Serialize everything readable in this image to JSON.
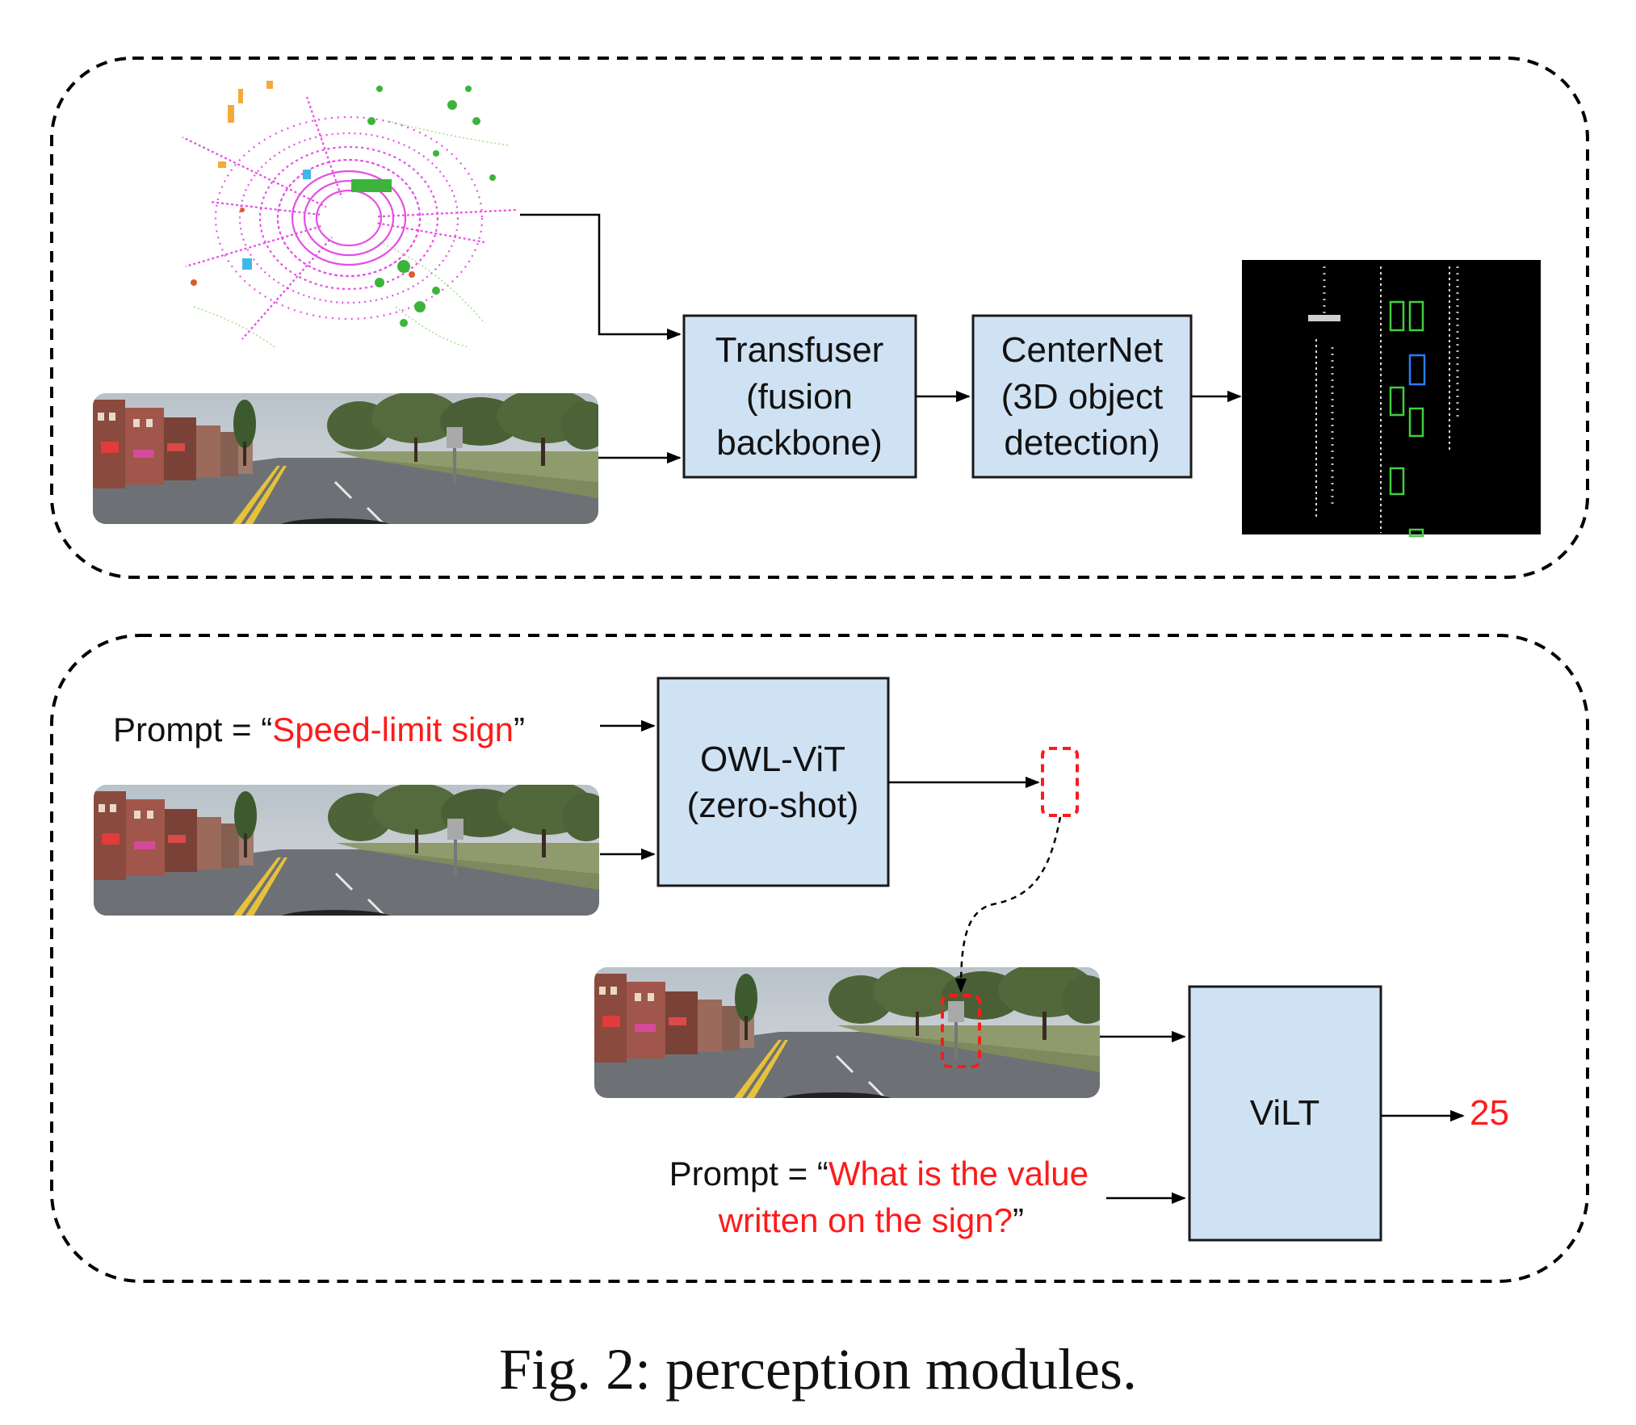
{
  "colors": {
    "box_fill": "#cfe2f3",
    "box_stroke": "#1a1a1a",
    "highlight_red": "#ff1a1a",
    "text": "#111111"
  },
  "top_module": {
    "transfuser": {
      "line1": "Transfuser",
      "line2": "(fusion",
      "line3": "backbone)"
    },
    "centernet": {
      "line1": "CenterNet",
      "line2": "(3D object",
      "line3": "detection)"
    }
  },
  "bottom_module": {
    "prompt1": {
      "prefix": "Prompt = “",
      "text": "Speed-limit sign",
      "suffix": "”"
    },
    "owlvit": {
      "line1": "OWL-ViT",
      "line2": "(zero-shot)"
    },
    "prompt2": {
      "prefix": "Prompt = “",
      "text_line1": "What is the value",
      "text_line2": "written on the sign?",
      "suffix": "”"
    },
    "vilt": {
      "label": "ViLT"
    },
    "answer": "25"
  },
  "caption": "Fig. 2: perception modules."
}
